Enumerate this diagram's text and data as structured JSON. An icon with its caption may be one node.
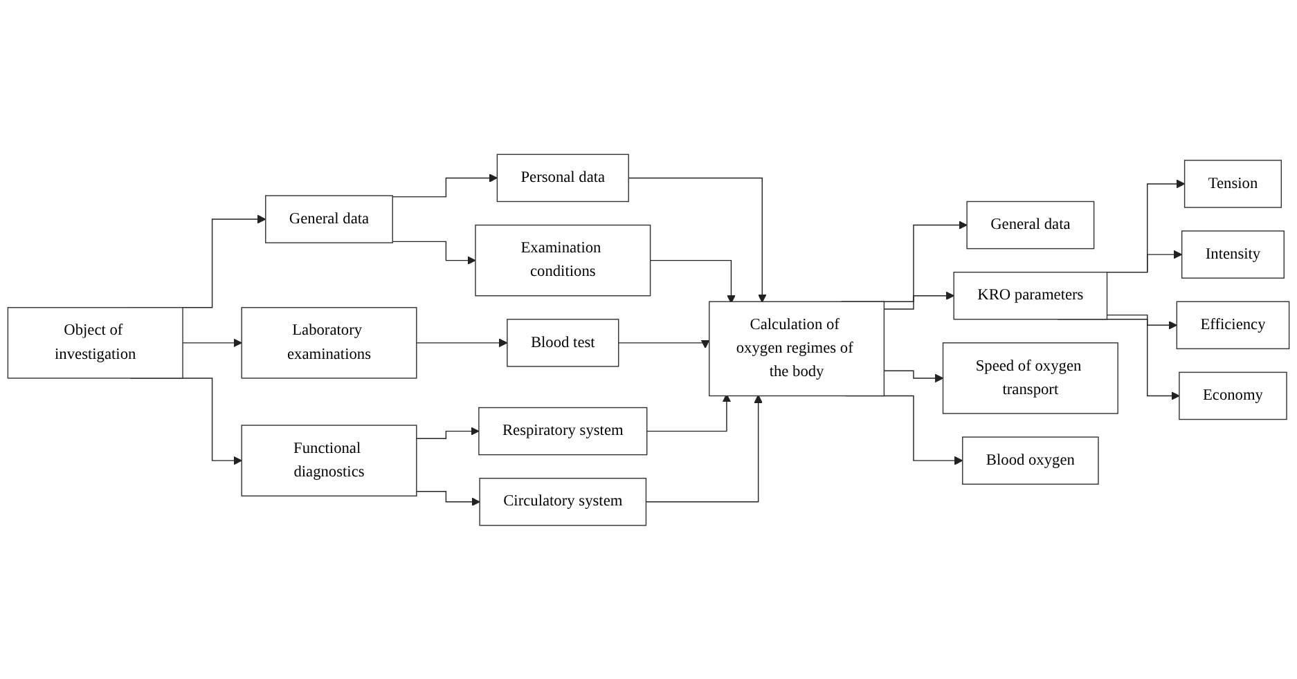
{
  "diagram": {
    "nodes": [
      {
        "text": [
          "Object of investigation"
        ]
      },
      {
        "text": [
          "General data"
        ]
      },
      {
        "text": [
          "Laboratory examinations"
        ]
      },
      {
        "text": [
          "Functional diagnostics"
        ]
      },
      {
        "text": [
          "Personal data"
        ]
      },
      {
        "text": [
          "Examination conditions"
        ]
      },
      {
        "text": [
          "Blood test"
        ]
      },
      {
        "text": [
          "Respiratory system"
        ]
      },
      {
        "text": [
          "Circulatory system"
        ]
      },
      {
        "text": [
          "Calculation of oxygen regimes of the body"
        ]
      },
      {
        "text": [
          "General data"
        ]
      },
      {
        "text": [
          "KRO parameters"
        ]
      },
      {
        "text": [
          "Speed of oxygen transport"
        ]
      },
      {
        "text": [
          "Blood oxygen"
        ]
      },
      {
        "text": [
          "Tension"
        ]
      },
      {
        "text": [
          "Intensity"
        ]
      },
      {
        "text": [
          "Efficiency"
        ]
      },
      {
        "text": [
          "Economy"
        ]
      }
    ],
    "edges": [
      {
        "from": 0,
        "to": 1,
        "arrow": "to"
      },
      {
        "from": 0,
        "to": 2,
        "arrow": "to"
      },
      {
        "from": 0,
        "to": 3,
        "arrow": "to"
      },
      {
        "from": 1,
        "to": 4,
        "arrow": "to"
      },
      {
        "from": 1,
        "to": 5,
        "arrow": "to"
      },
      {
        "from": 2,
        "to": 6,
        "arrow": "to"
      },
      {
        "from": 3,
        "to": 7,
        "arrow": "to"
      },
      {
        "from": 3,
        "to": 8,
        "arrow": "to"
      },
      {
        "from": 4,
        "to": 9,
        "arrow": "to"
      },
      {
        "from": 5,
        "to": 9,
        "arrow": "to"
      },
      {
        "from": 6,
        "to": 9,
        "arrow": "to"
      },
      {
        "from": 7,
        "to": 9,
        "arrow": "to"
      },
      {
        "from": 8,
        "to": 9,
        "arrow": "to"
      },
      {
        "from": 9,
        "to": 10,
        "arrow": "to"
      },
      {
        "from": 9,
        "to": 11,
        "arrow": "to"
      },
      {
        "from": 9,
        "to": 12,
        "arrow": "to"
      },
      {
        "from": 9,
        "to": 13,
        "arrow": "to"
      },
      {
        "from": 11,
        "to": 14,
        "arrow": "to"
      },
      {
        "from": 11,
        "to": 15,
        "arrow": "to"
      },
      {
        "from": 11,
        "to": 16,
        "arrow": "to"
      },
      {
        "from": 11,
        "to": 17,
        "arrow": "to"
      }
    ]
  }
}
